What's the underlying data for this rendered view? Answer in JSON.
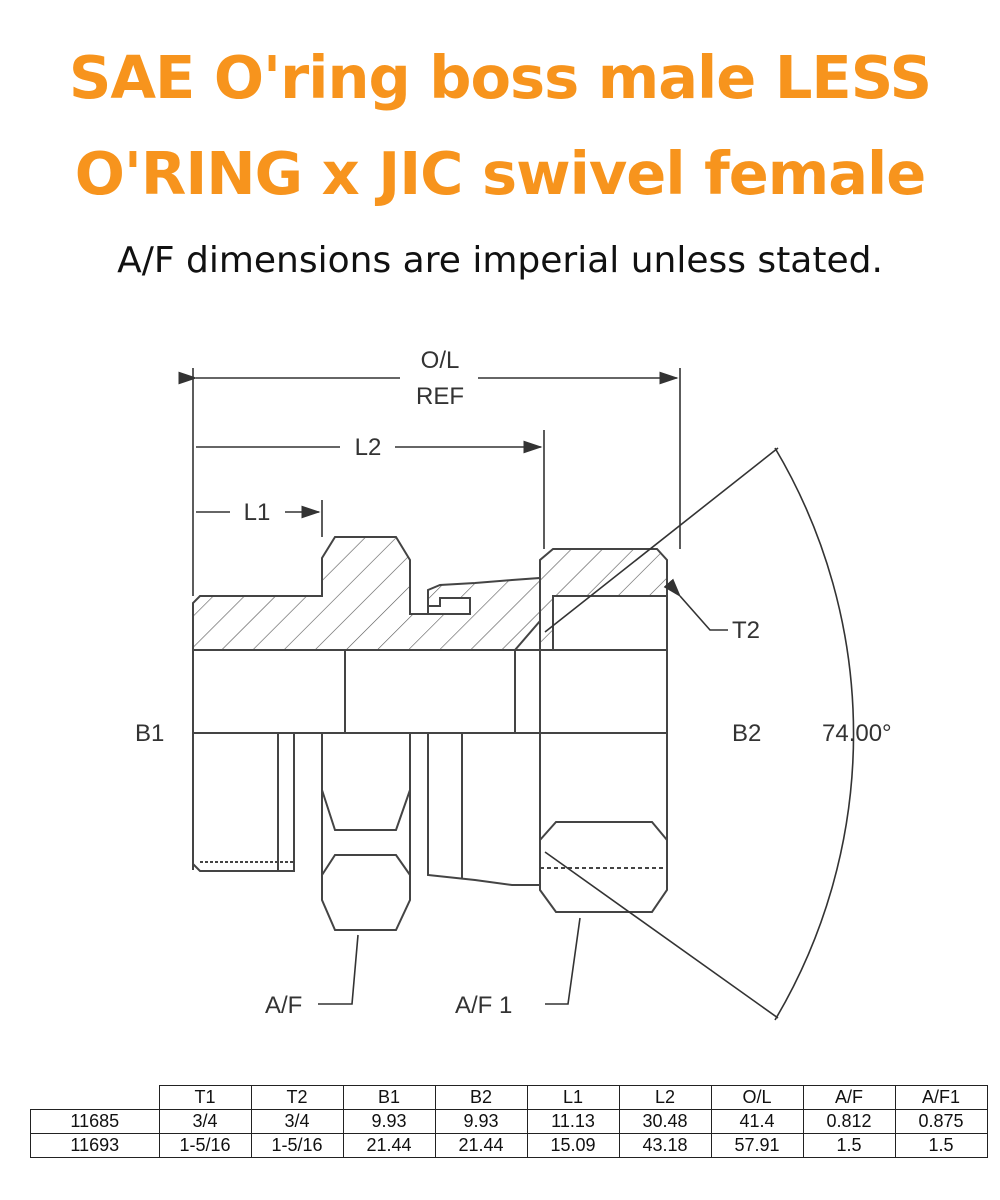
{
  "header": {
    "title_line1": "SAE O'ring boss male LESS",
    "title_line2": "O'RING x JIC swivel female",
    "subtitle": "A/F dimensions are imperial unless stated.",
    "title_color": "#f7941d"
  },
  "drawing": {
    "labels": {
      "ol": "O/L",
      "ref": "REF",
      "l1": "L1",
      "l2": "L2",
      "t2": "T2",
      "b1": "B1",
      "b2": "B2",
      "angle": "74.00°",
      "af": "A/F",
      "af1": "A/F 1"
    }
  },
  "table": {
    "headers": [
      "T1",
      "T2",
      "B1",
      "B2",
      "L1",
      "L2",
      "O/L",
      "A/F",
      "A/F1"
    ],
    "rows": [
      {
        "part": "11685",
        "cells": [
          "3/4",
          "3/4",
          "9.93",
          "9.93",
          "11.13",
          "30.48",
          "41.4",
          "0.812",
          "0.875"
        ]
      },
      {
        "part": "11693",
        "cells": [
          "1-5/16",
          "1-5/16",
          "21.44",
          "21.44",
          "15.09",
          "43.18",
          "57.91",
          "1.5",
          "1.5"
        ]
      }
    ]
  }
}
